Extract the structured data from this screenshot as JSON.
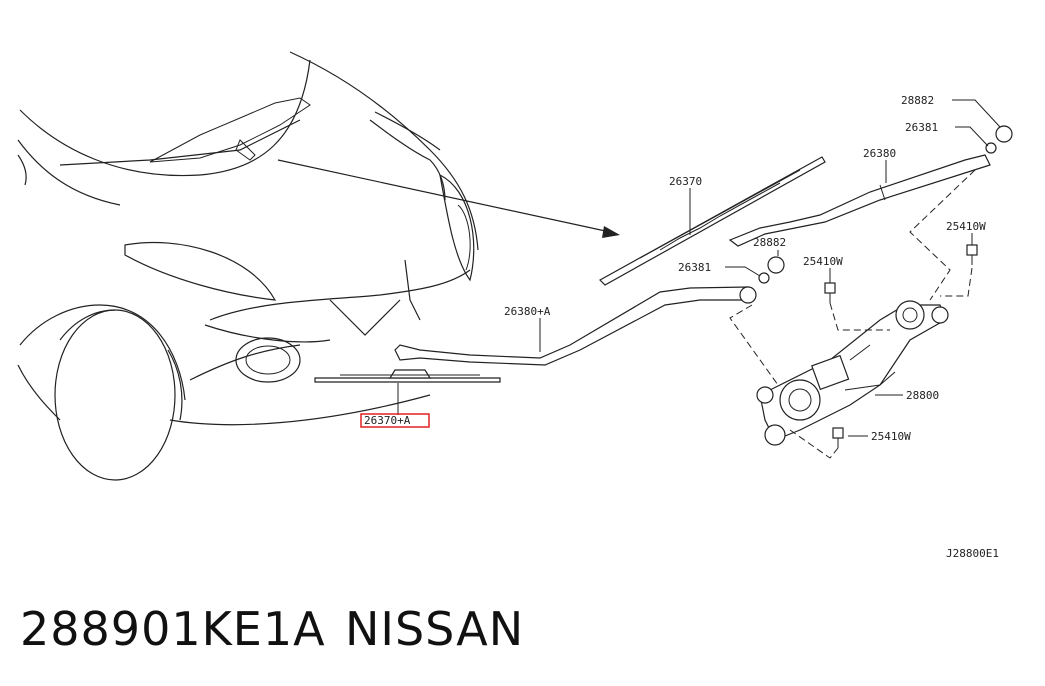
{
  "diagram_code": "J28800E1",
  "caption": {
    "part_number": "288901KE1A",
    "brand": "NISSAN"
  },
  "callouts": [
    {
      "id": "lbl-28882-top",
      "text": "28882"
    },
    {
      "id": "lbl-26381-top",
      "text": "26381"
    },
    {
      "id": "lbl-26380",
      "text": "26380"
    },
    {
      "id": "lbl-26370",
      "text": "26370"
    },
    {
      "id": "lbl-28882-mid",
      "text": "28882"
    },
    {
      "id": "lbl-26381-mid",
      "text": "26381"
    },
    {
      "id": "lbl-25410w-top",
      "text": "25410W"
    },
    {
      "id": "lbl-25410w-mid",
      "text": "25410W"
    },
    {
      "id": "lbl-26380a",
      "text": "26380+A"
    },
    {
      "id": "lbl-26370a",
      "text": "26370+A"
    },
    {
      "id": "lbl-28800",
      "text": "28800"
    },
    {
      "id": "lbl-25410w-bot",
      "text": "25410W"
    }
  ],
  "highlight_color": "#e02020"
}
